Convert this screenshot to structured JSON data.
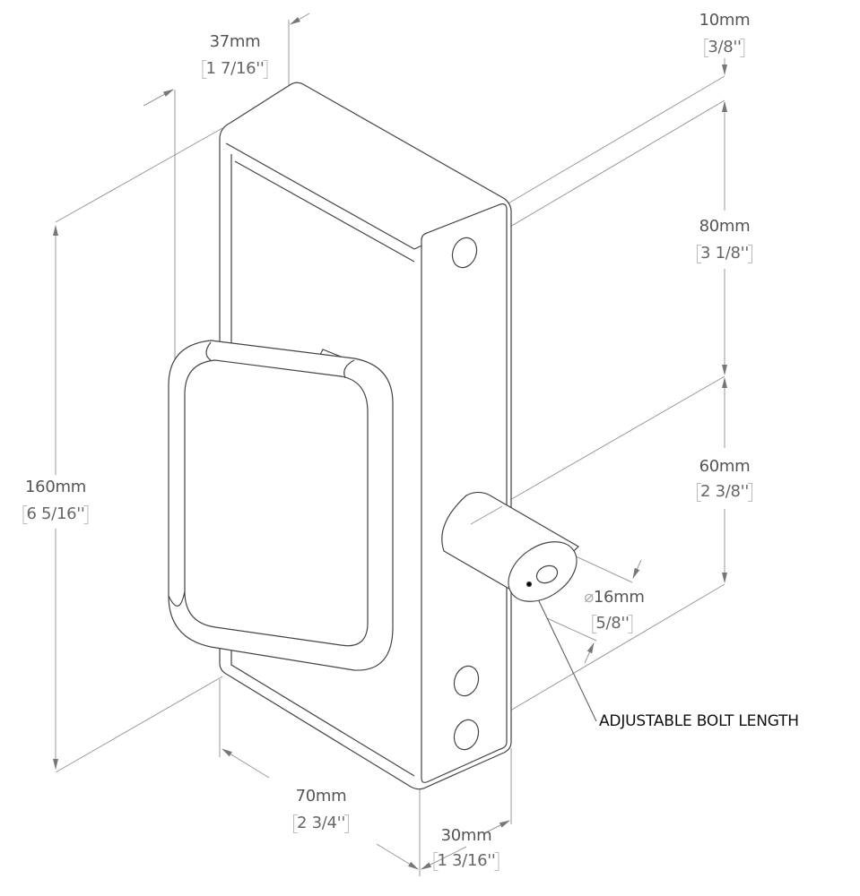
{
  "title": "Lock dimension drawing",
  "dimensions": {
    "top_offset": {
      "mm": "10mm",
      "inch": "3/8''"
    },
    "hole_spacing_upper": {
      "mm": "80mm",
      "inch": "3 1/8''"
    },
    "hole_spacing_lower": {
      "mm": "60mm",
      "inch": "2 3/8''"
    },
    "height": {
      "mm": "160mm",
      "inch": "6 5/16''"
    },
    "depth": {
      "mm": "37mm",
      "inch": "1 7/16''"
    },
    "bolt_diameter": {
      "symbol": "⌀",
      "mm": "16mm",
      "inch": "5/8''"
    },
    "width": {
      "mm": "70mm",
      "inch": "2 3/4''"
    },
    "plate_width": {
      "mm": "30mm",
      "inch": "1 3/16''"
    }
  },
  "callout": "ADJUSTABLE BOLT LENGTH"
}
